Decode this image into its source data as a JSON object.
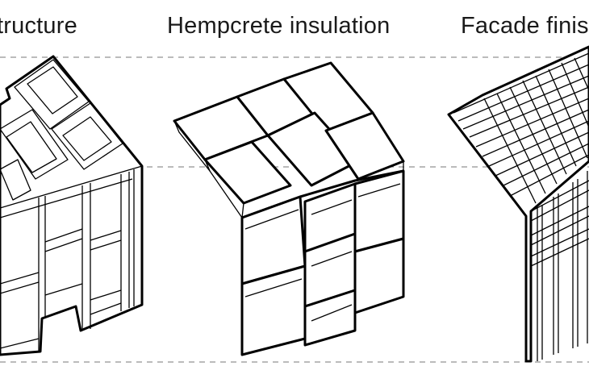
{
  "panels": [
    {
      "id": "structure",
      "label": "tructure"
    },
    {
      "id": "insulation",
      "label": "Hempcrete insulation"
    },
    {
      "id": "facade",
      "label": "Facade finis"
    }
  ],
  "colors": {
    "stroke": "#000000",
    "fill": "#ffffff",
    "guide": "#777777",
    "text": "#1a1a1a"
  }
}
